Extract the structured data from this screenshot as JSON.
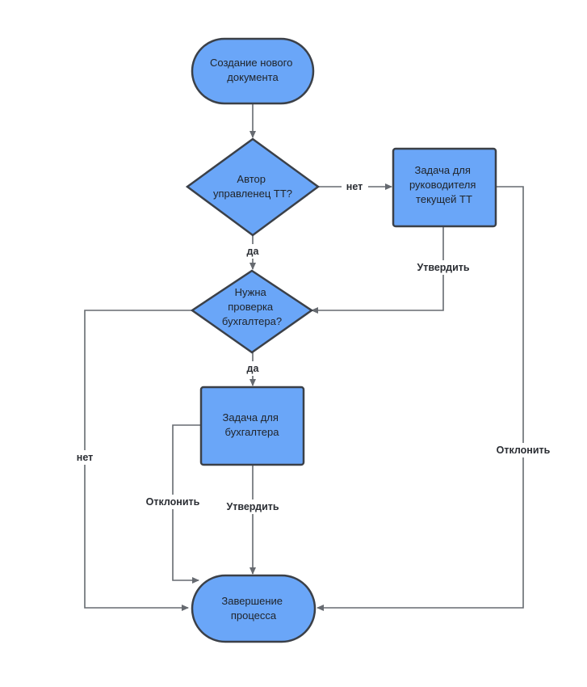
{
  "nodes": {
    "start": {
      "lines": [
        "Создание нового",
        "документа"
      ]
    },
    "decision_author": {
      "lines": [
        "Автор",
        "управленец ТТ?"
      ]
    },
    "task_manager": {
      "lines": [
        "Задача для",
        "руководителя",
        "текущей ТТ"
      ]
    },
    "decision_accountant": {
      "lines": [
        "Нужна",
        "проверка",
        "бухгалтера?"
      ]
    },
    "task_accountant": {
      "lines": [
        "Задача для",
        "бухгалтера"
      ]
    },
    "end": {
      "lines": [
        "Завершение",
        "процесса"
      ]
    }
  },
  "edge_labels": {
    "author_no": "нет",
    "author_yes": "да",
    "manager_approve": "Утвердить",
    "manager_reject": "Отклонить",
    "accountant_yes": "да",
    "accountant_no": "нет",
    "accountant_approve": "Утвердить",
    "accountant_reject": "Отклонить"
  },
  "colors": {
    "node_fill": "#6aa6f8",
    "node_stroke": "#3b4048",
    "edge": "#666a70"
  }
}
